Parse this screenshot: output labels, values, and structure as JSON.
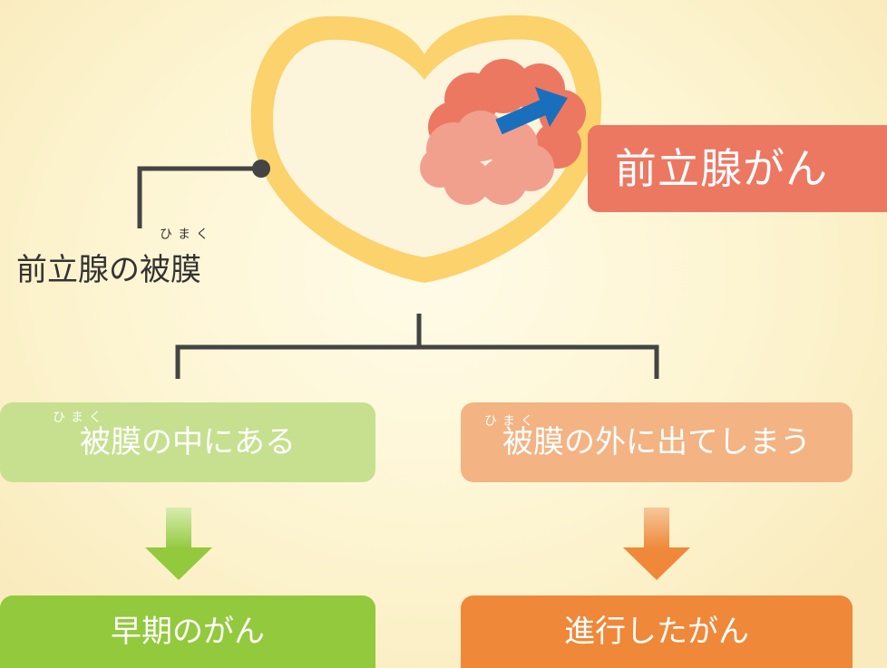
{
  "labels": {
    "cancer": "前立腺がん",
    "capsule": "前立腺の被膜",
    "capsule_ruby": "ひまく"
  },
  "branches": [
    {
      "condition": "被膜の中にある",
      "ruby": "ひまく",
      "result": "早期のがん"
    },
    {
      "condition": "被膜の外に出てしまう",
      "ruby": "ひまく",
      "result": "進行したがん"
    }
  ],
  "colors": {
    "heart_outline": "#fbd26b",
    "heart_fill": "#fdf4dc",
    "tumor_dark": "#ec7862",
    "tumor_light": "#f2a08e",
    "arrow_blue": "#1a6fbd",
    "early_light": "#c6e08f",
    "early_dark": "#93c93d",
    "advanced_light": "#f3b383",
    "advanced_dark": "#ef8838"
  }
}
